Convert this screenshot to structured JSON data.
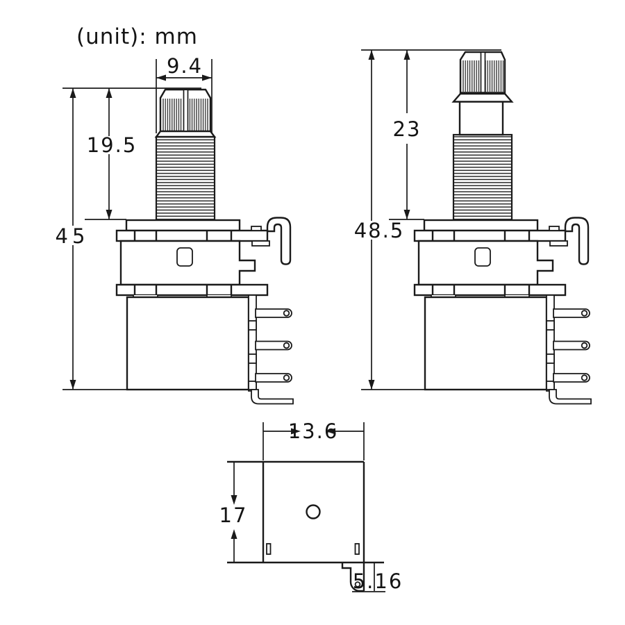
{
  "title": {
    "unit_label": "(unit): mm"
  },
  "drawing": {
    "subject": "potentiometer dimensional drawing, three views",
    "unit": "mm",
    "left_view": {
      "shaft_top_width": "9.4",
      "shaft_length": "19.5",
      "overall_height": "45"
    },
    "right_view": {
      "shaft_length": "23",
      "overall_height": "48.5"
    },
    "bottom_view": {
      "body_width": "13.6",
      "body_depth": "17",
      "lug_drop": "5.16"
    },
    "colors": {
      "line": "#1a1a1a",
      "background": "#ffffff"
    }
  }
}
